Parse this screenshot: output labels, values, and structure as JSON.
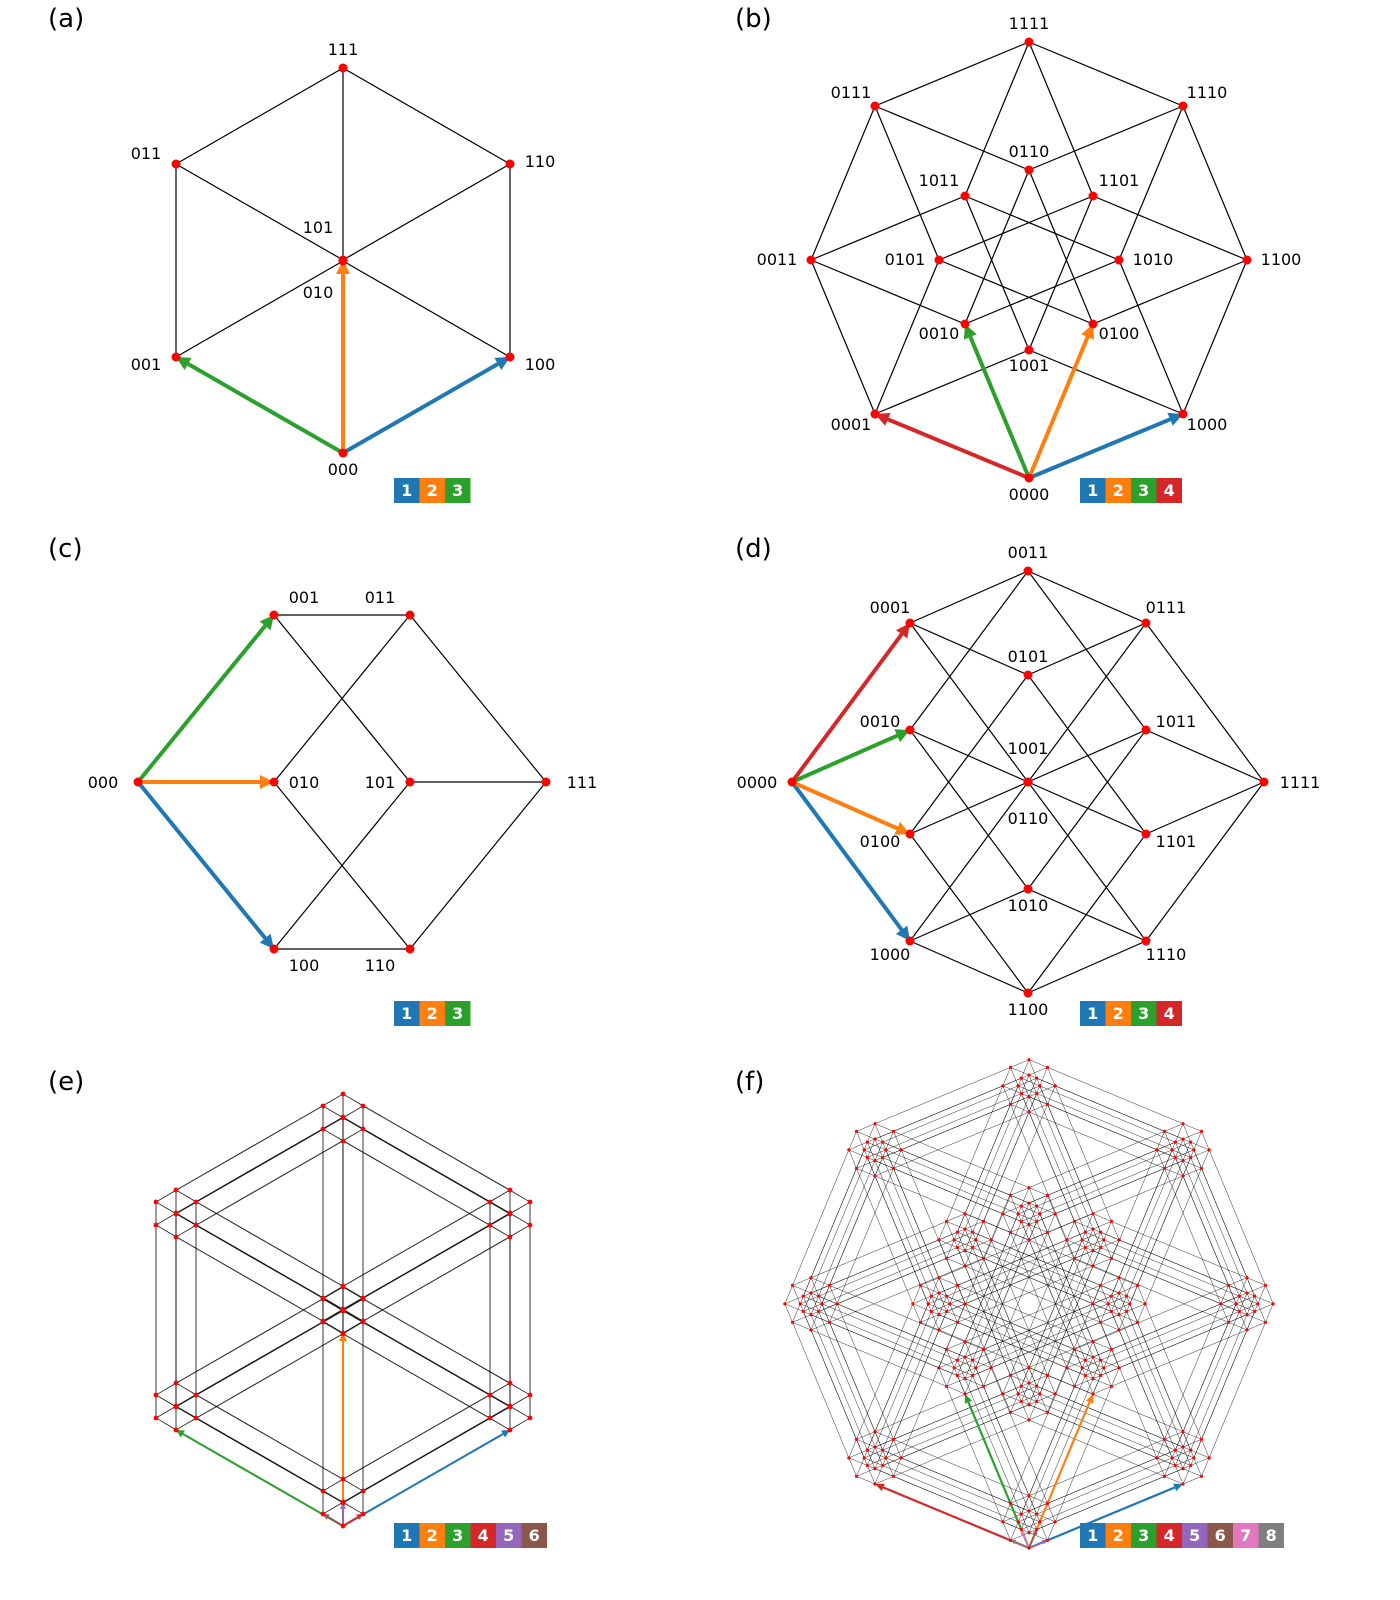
{
  "panels": {
    "a": {
      "letter": "(a)",
      "vertices": {
        "000": "000",
        "001": "001",
        "010": "010",
        "011": "011",
        "100": "100",
        "101": "101",
        "110": "110",
        "111": "111"
      },
      "legend": [
        "1",
        "2",
        "3"
      ]
    },
    "b": {
      "letter": "(b)",
      "vertices": {
        "0000": "0000",
        "0001": "0001",
        "0010": "0010",
        "0011": "0011",
        "0100": "0100",
        "0101": "0101",
        "0110": "0110",
        "0111": "0111",
        "1000": "1000",
        "1001": "1001",
        "1010": "1010",
        "1011": "1011",
        "1100": "1100",
        "1101": "1101",
        "1110": "1110",
        "1111": "1111"
      },
      "legend": [
        "1",
        "2",
        "3",
        "4"
      ]
    },
    "c": {
      "letter": "(c)",
      "vertices": {
        "000": "000",
        "001": "001",
        "010": "010",
        "011": "011",
        "100": "100",
        "101": "101",
        "110": "110",
        "111": "111"
      },
      "legend": [
        "1",
        "2",
        "3"
      ]
    },
    "d": {
      "letter": "(d)",
      "vertices": {
        "0000": "0000",
        "0001": "0001",
        "0010": "0010",
        "0011": "0011",
        "0100": "0100",
        "0101": "0101",
        "0110": "0110",
        "0111": "0111",
        "1000": "1000",
        "1001": "1001",
        "1010": "1010",
        "1011": "1011",
        "1100": "1100",
        "1101": "1101",
        "1110": "1110",
        "1111": "1111"
      },
      "legend": [
        "1",
        "2",
        "3",
        "4"
      ]
    },
    "e": {
      "letter": "(e)",
      "legend": [
        "1",
        "2",
        "3",
        "4",
        "5",
        "6"
      ]
    },
    "f": {
      "letter": "(f)",
      "legend": [
        "1",
        "2",
        "3",
        "4",
        "5",
        "6",
        "7",
        "8"
      ]
    }
  },
  "colors": {
    "dim": [
      "#1f77b4",
      "#ff7f0e",
      "#2ca02c",
      "#d62728",
      "#9467bd",
      "#8c564b",
      "#e377c2",
      "#7f7f7f"
    ],
    "vertex": "#ff0000",
    "edge": "#000000"
  }
}
